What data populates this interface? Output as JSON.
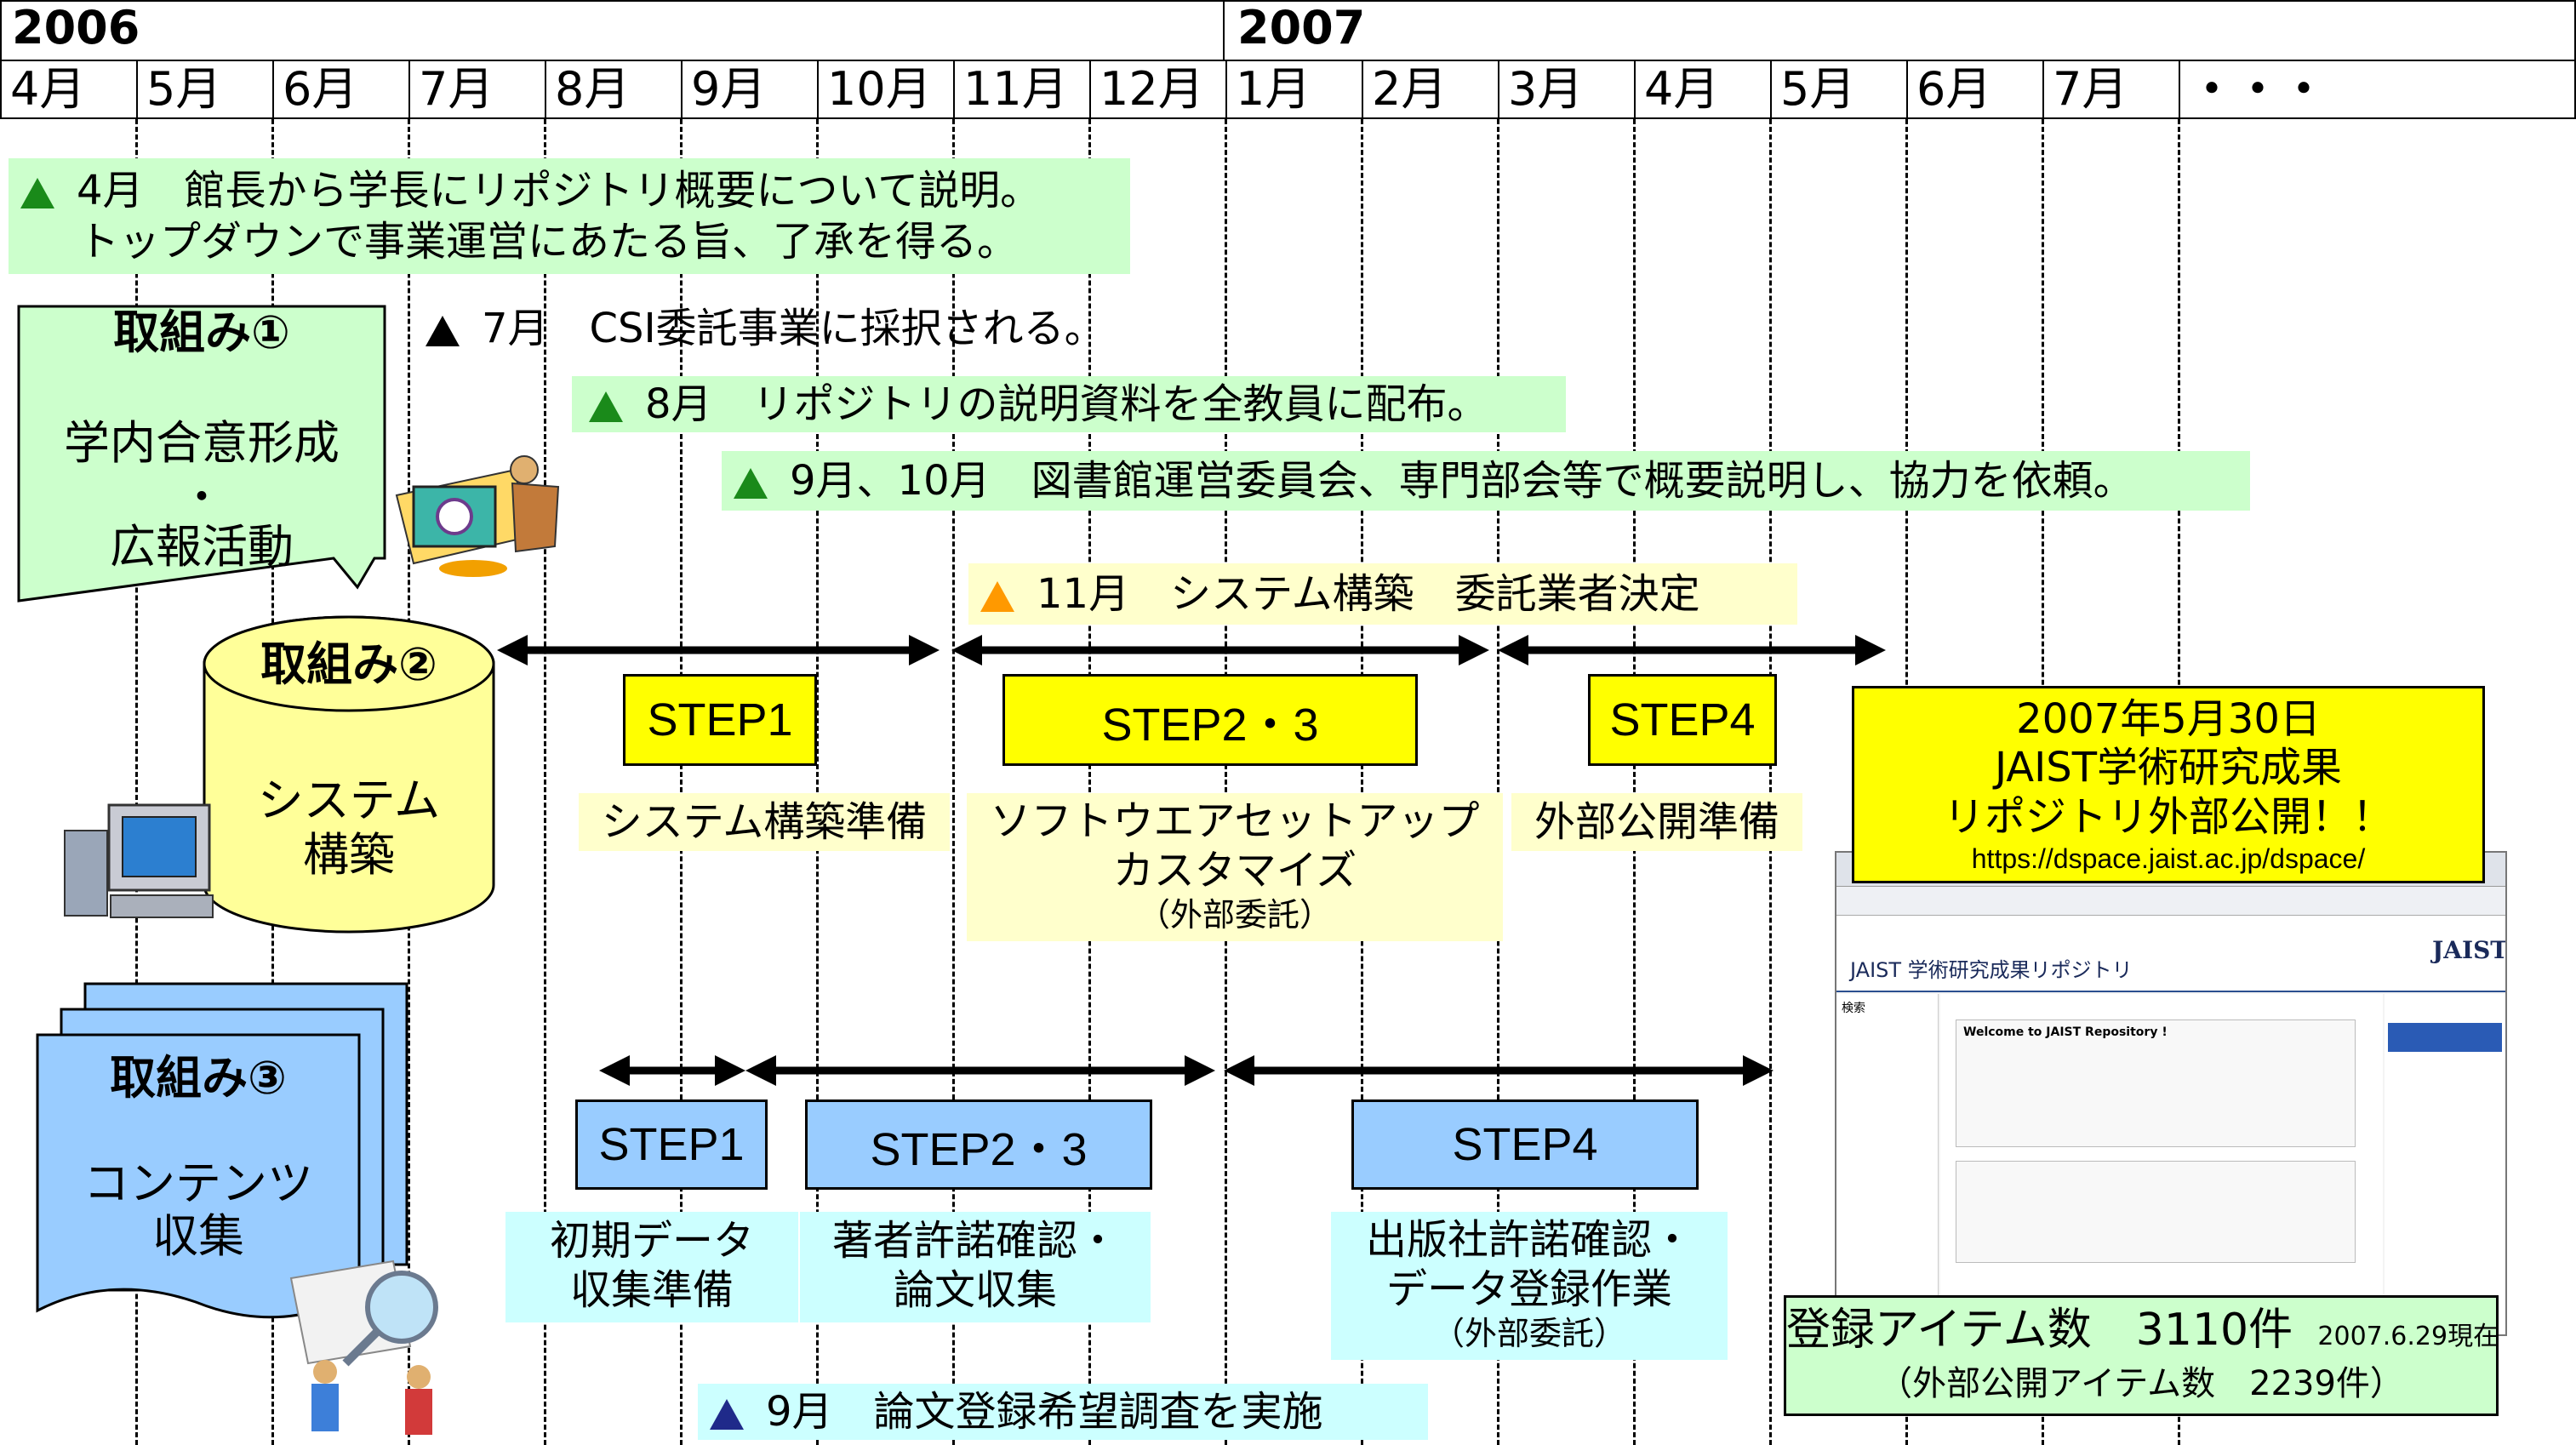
{
  "header": {
    "year_2006": "2006",
    "year_2007": "2007",
    "months": [
      "4月",
      "5月",
      "6月",
      "7月",
      "8月",
      "9月",
      "10月",
      "11月",
      "12月",
      "1月",
      "2月",
      "3月",
      "4月",
      "5月",
      "6月",
      "7月",
      "・・・"
    ]
  },
  "milestones": {
    "apr": {
      "line1": "4月　館長から学長にリポジトリ概要について説明。",
      "line2": "トップダウンで事業運営にあたる旨、了承を得る。"
    },
    "jul": "7月　CSI委託事業に採択される。",
    "aug": "8月　リポジトリの説明資料を全教員に配布。",
    "sep_oct": "9月、10月　図書館運営委員会、専門部会等で概要説明し、協力を依頼。",
    "nov": "11月　システム構築　委託業者決定",
    "sep_survey": "9月　論文登録希望調査を実施"
  },
  "initiatives": {
    "one": {
      "title": "取組み①",
      "line1": "学内合意形成",
      "dot": "・",
      "line2": "広報活動"
    },
    "two": {
      "title": "取組み②",
      "line1": "システム",
      "line2": "構築"
    },
    "three": {
      "title": "取組み③",
      "line1": "コンテンツ",
      "line2": "収集"
    }
  },
  "system_steps": {
    "step1": {
      "label": "STEP1",
      "desc": "システム構築準備"
    },
    "step23": {
      "label": "STEP2・3",
      "desc1": "ソフトウエアセットアップ",
      "desc2": "カスタマイズ",
      "sub": "（外部委託）"
    },
    "step4": {
      "label": "STEP4",
      "desc": "外部公開準備"
    }
  },
  "content_steps": {
    "step1": {
      "label": "STEP1",
      "desc1": "初期データ",
      "desc2": "収集準備"
    },
    "step23": {
      "label": "STEP2・3",
      "desc1": "著者許諾確認・",
      "desc2": "論文収集"
    },
    "step4": {
      "label": "STEP4",
      "desc1": "出版社許諾確認・",
      "desc2": "データ登録作業",
      "sub": "（外部委託）"
    }
  },
  "launch": {
    "date": "2007年5月30日",
    "line1": "JAIST学術研究成果",
    "line2": "リポジトリ外部公開！！",
    "url": "https://dspace.jaist.ac.jp/dspace/"
  },
  "stats": {
    "line1": "登録アイテム数　3110件",
    "asof": "2007.6.29現在",
    "line2": "（外部公開アイテム数　2239件）"
  },
  "screenshot": {
    "site_title": "JAIST 学術研究成果リポジトリ",
    "welcome": "Welcome to JAIST Repository !",
    "search_label": "検索"
  },
  "colors": {
    "green_tri": "#1a8a1a",
    "orange_tri": "#ff9900",
    "navy_tri": "#1f2a8a",
    "step_yellow": "#ffff00",
    "step_blue": "#99ccff"
  }
}
